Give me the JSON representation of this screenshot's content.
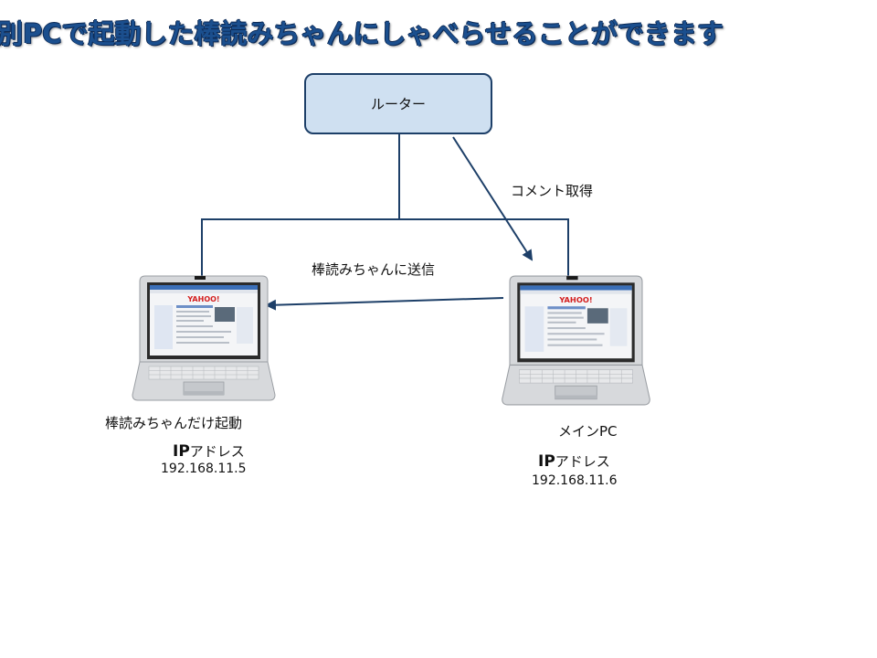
{
  "title": "別PCで起動した棒読みちゃんにしゃべらせることができます",
  "router": {
    "label": "ルーター"
  },
  "arrows": {
    "comment_fetch": "コメント取得",
    "send_to_bouyomi": "棒読みちゃんに送信"
  },
  "left_pc": {
    "caption": "棒読みちゃんだけ起動",
    "ip_heading_strong": "IP",
    "ip_heading_rest": "アドレス",
    "ip_address": "192.168.11.5",
    "screen_brand": "YAHOO!"
  },
  "right_pc": {
    "caption": "メインPC",
    "ip_heading_strong": "IP",
    "ip_heading_rest": "アドレス",
    "ip_address": "192.168.11.6",
    "screen_brand": "YAHOO!"
  },
  "colors": {
    "title": "#1b4f8e",
    "router_fill": "#cfe0f1",
    "router_border": "#1d3f68",
    "line": "#1d3f68",
    "laptop_body": "#d7d9dc",
    "laptop_screen_frame": "#2b2b2b",
    "brand": "#d42020"
  },
  "icons": {
    "left_pc": "laptop-icon",
    "right_pc": "laptop-icon"
  }
}
